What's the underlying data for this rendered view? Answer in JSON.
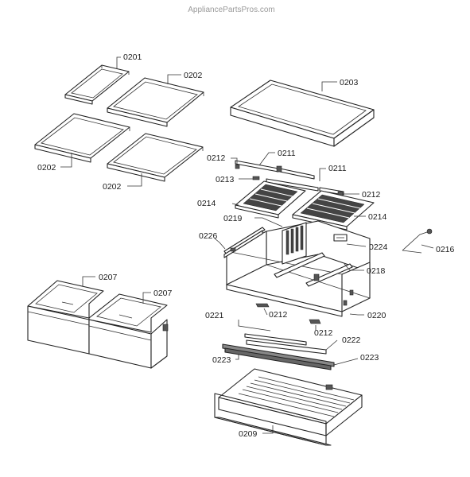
{
  "watermark": "AppliancePartsPros.com",
  "callouts": {
    "c0201": "0201",
    "c0202a": "0202",
    "c0202b": "0202",
    "c0202c": "0202",
    "c0203": "0203",
    "c0211a": "0211",
    "c0211b": "0211",
    "c0212a": "0212",
    "c0212b": "0212",
    "c0212c": "0212",
    "c0212d": "0212",
    "c0213": "0213",
    "c0214a": "0214",
    "c0214b": "0214",
    "c0219": "0219",
    "c0226": "0226",
    "c0224": "0224",
    "c0216": "0216",
    "c0218": "0218",
    "c0207a": "0207",
    "c0207b": "0207",
    "c0220": "0220",
    "c0221": "0221",
    "c0222": "0222",
    "c0223a": "0223",
    "c0223b": "0223",
    "c0209": "0209"
  }
}
